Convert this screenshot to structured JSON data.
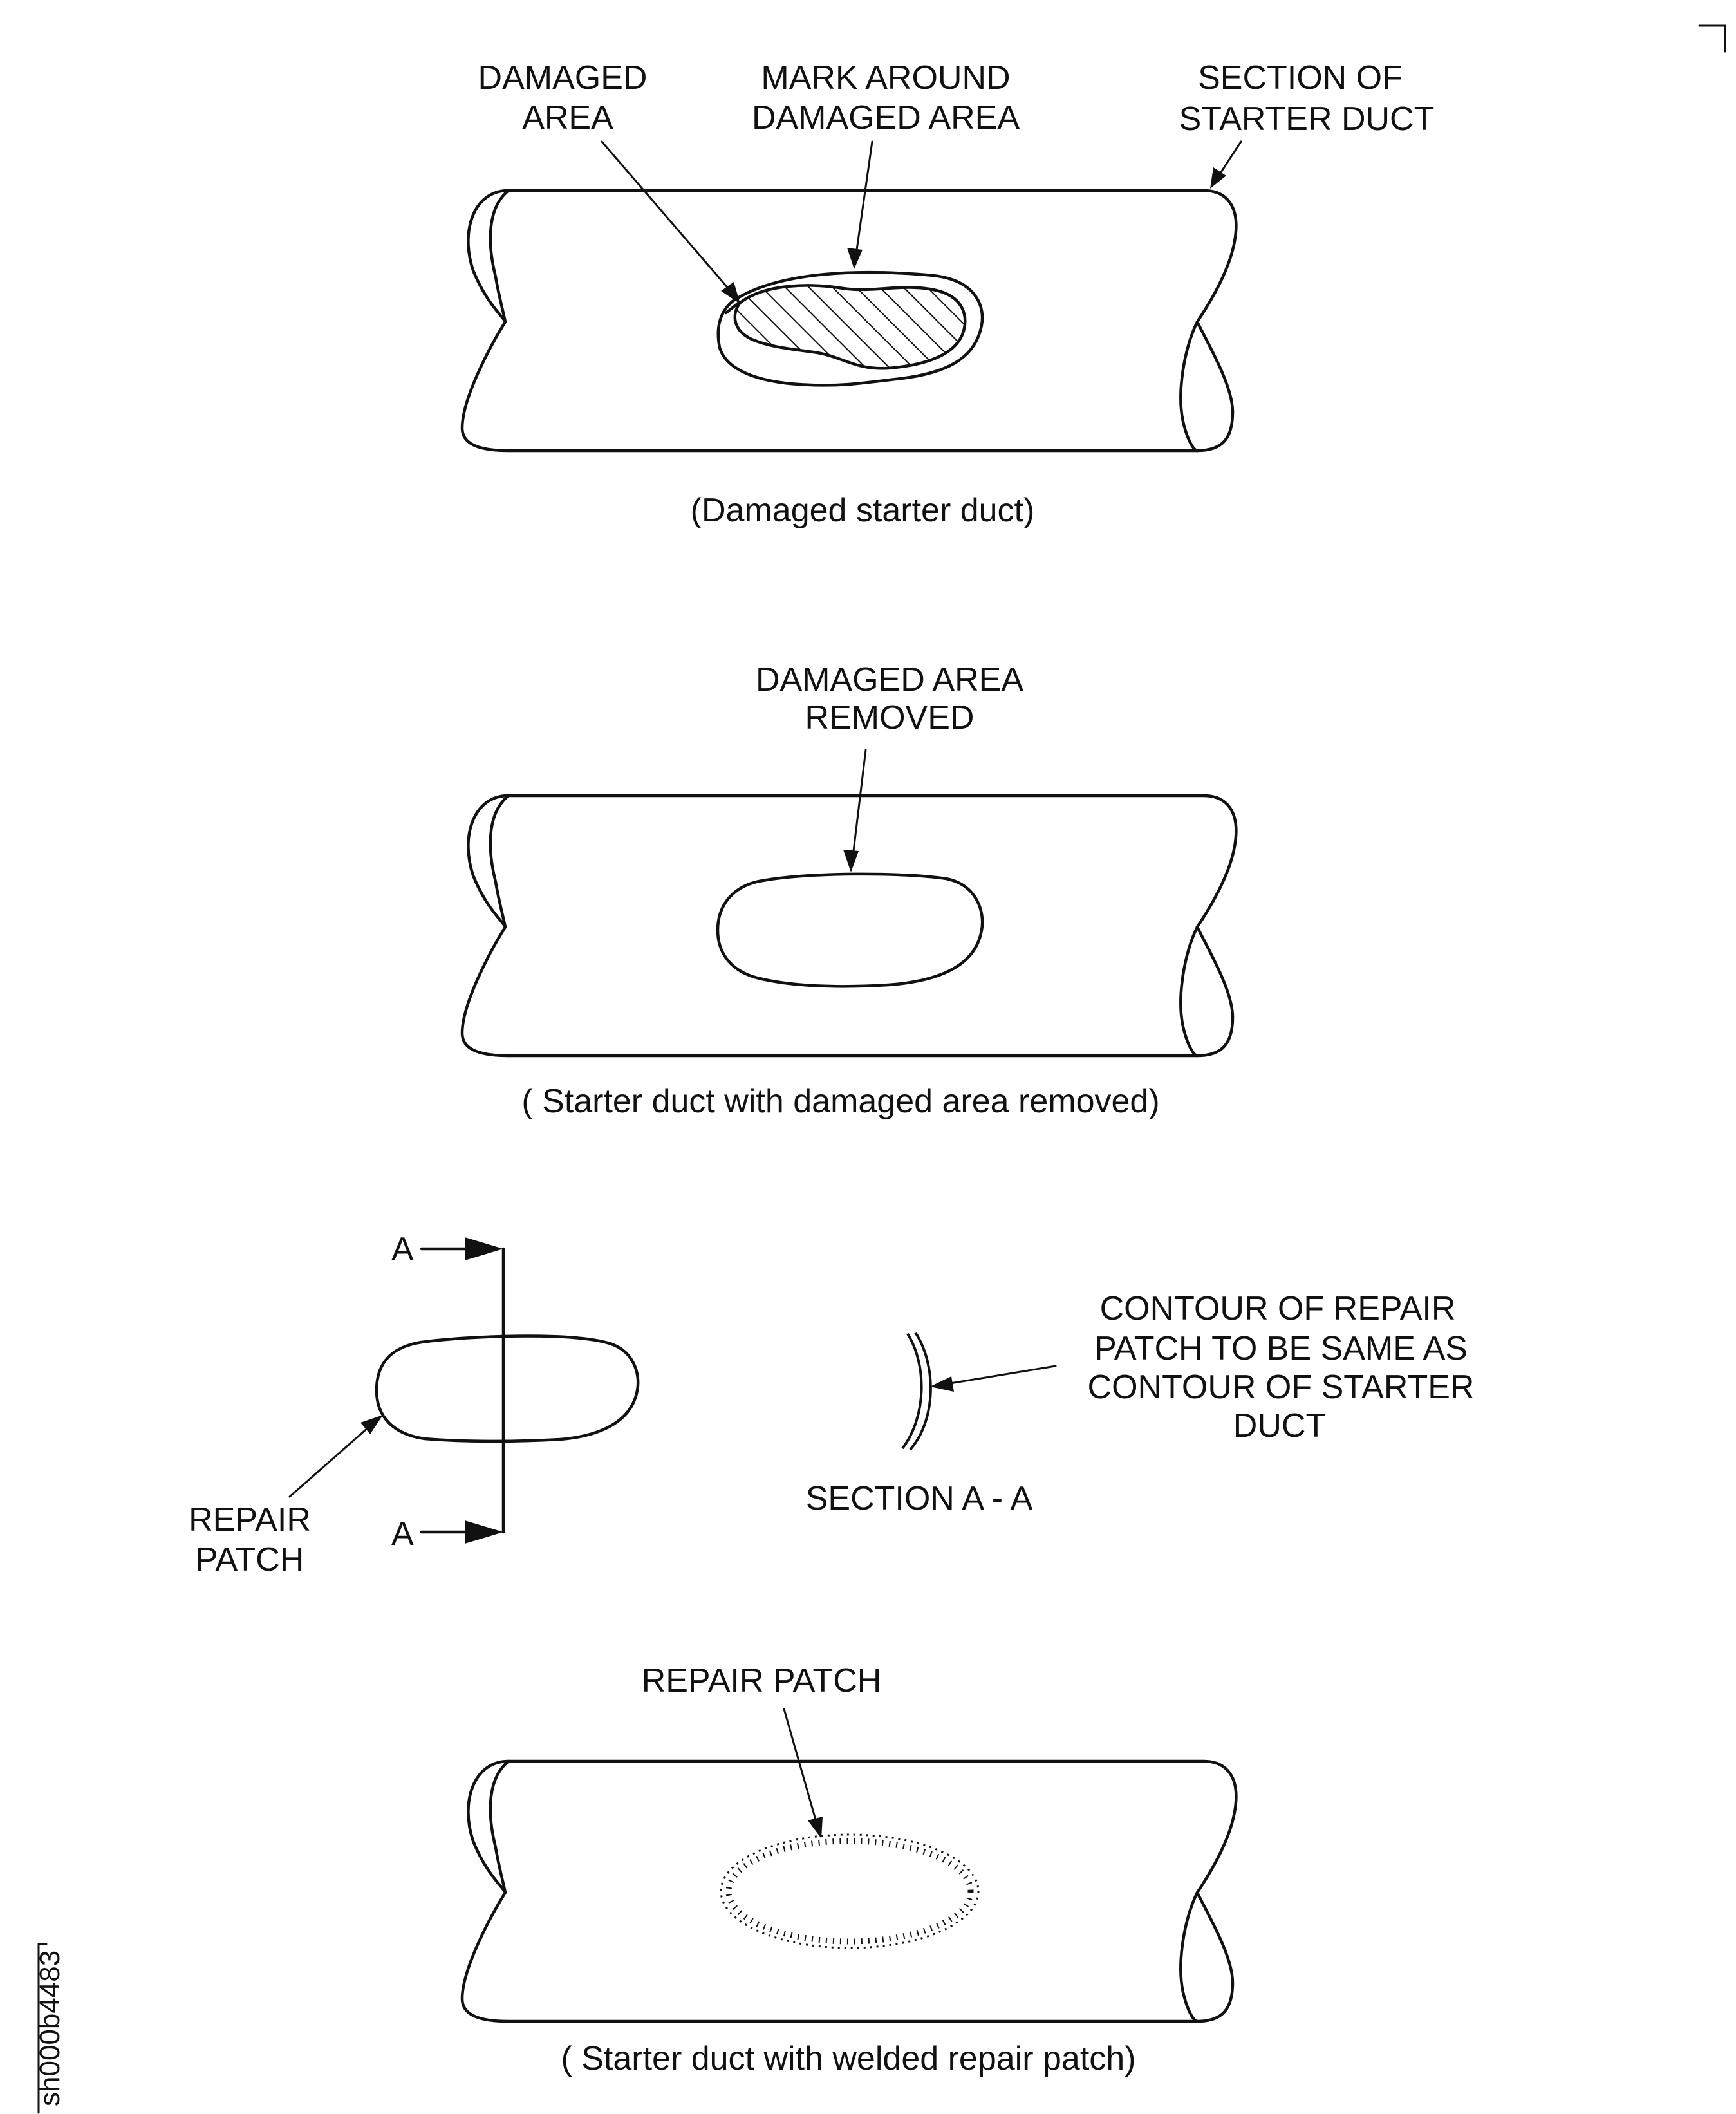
{
  "view1": {
    "labels": {
      "damaged_area": [
        "DAMAGED",
        "AREA"
      ],
      "mark_around": [
        "MARK AROUND",
        "DAMAGED AREA"
      ],
      "section_of_duct": [
        "SECTION OF",
        "STARTER DUCT"
      ]
    },
    "caption": "(Damaged starter duct)"
  },
  "view2": {
    "labels": {
      "damaged_area_removed": [
        "DAMAGED AREA",
        "REMOVED"
      ]
    },
    "caption": "( Starter duct with damaged area removed)"
  },
  "view3": {
    "section_marker": "A",
    "labels": {
      "repair_patch": [
        "REPAIR",
        "PATCH"
      ],
      "contour_note": [
        "CONTOUR OF REPAIR",
        "PATCH TO BE SAME AS",
        "CONTOUR OF STARTER",
        "DUCT"
      ]
    },
    "section_title": "SECTION A - A"
  },
  "view4": {
    "labels": {
      "repair_patch": "REPAIR PATCH"
    },
    "caption": "( Starter duct with welded repair patch)"
  },
  "drawing_code": "sh000b4483"
}
